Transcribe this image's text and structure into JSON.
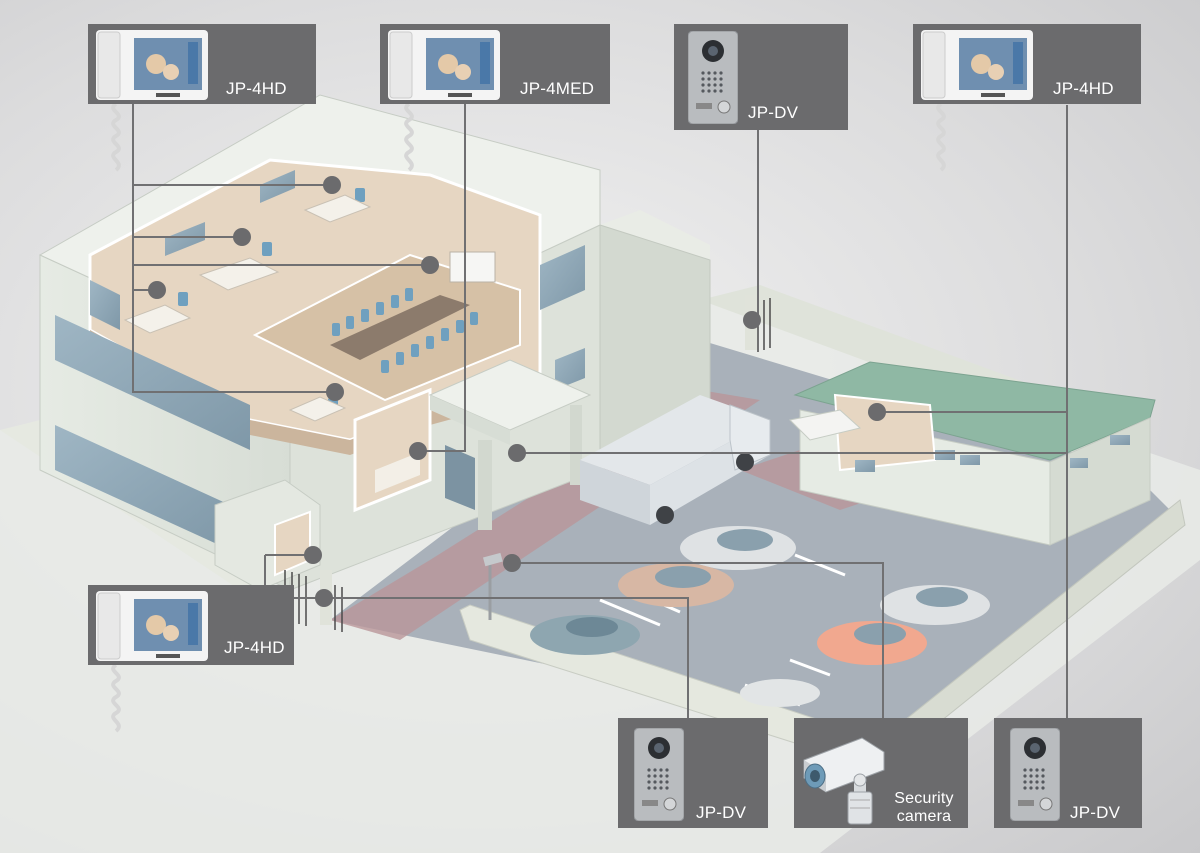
{
  "colors": {
    "callout_box": "#6b6b6d",
    "connector_line": "#707072",
    "building_wall": "#e8ece6",
    "room_floor": "#d9c9b4",
    "chair": "#6fa0bf",
    "roof_green": "#8fb8a4",
    "parking": "#a9b1ba",
    "driveway": "#b9969a"
  },
  "callouts": {
    "top1": {
      "label": "JP-4HD",
      "icon": "video-monitor-icon"
    },
    "top2": {
      "label": "JP-4MED",
      "icon": "video-monitor-icon"
    },
    "top3": {
      "label": "JP-DV",
      "icon": "door-station-icon"
    },
    "top4": {
      "label": "JP-4HD",
      "icon": "video-monitor-icon"
    },
    "left": {
      "label": "JP-4HD",
      "icon": "video-monitor-icon"
    },
    "bottom1": {
      "label": "JP-DV",
      "icon": "door-station-icon"
    },
    "bottom2": {
      "label_line1": "Security",
      "label_line2": "camera",
      "icon": "security-camera-icon"
    },
    "bottom3": {
      "label": "JP-DV",
      "icon": "door-station-icon"
    }
  }
}
